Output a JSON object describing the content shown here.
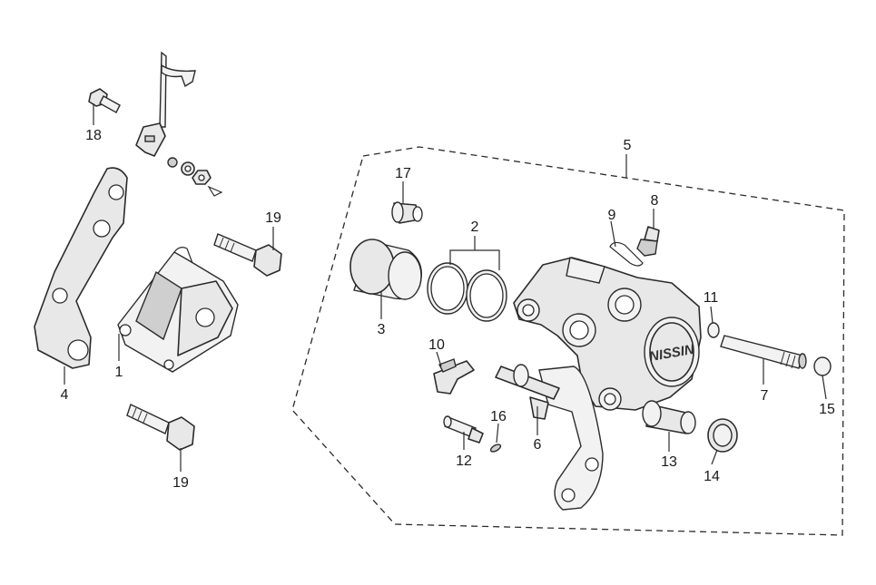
{
  "diagram": {
    "caliper_brand": "NISSIN",
    "callouts": [
      {
        "id": "c1",
        "label": "1"
      },
      {
        "id": "c2",
        "label": "2"
      },
      {
        "id": "c3",
        "label": "3"
      },
      {
        "id": "c4",
        "label": "4"
      },
      {
        "id": "c5",
        "label": "5"
      },
      {
        "id": "c6",
        "label": "6"
      },
      {
        "id": "c7",
        "label": "7"
      },
      {
        "id": "c8",
        "label": "8"
      },
      {
        "id": "c9",
        "label": "9"
      },
      {
        "id": "c10",
        "label": "10"
      },
      {
        "id": "c11",
        "label": "11"
      },
      {
        "id": "c12",
        "label": "12"
      },
      {
        "id": "c13",
        "label": "13"
      },
      {
        "id": "c14",
        "label": "14"
      },
      {
        "id": "c15",
        "label": "15"
      },
      {
        "id": "c16",
        "label": "16"
      },
      {
        "id": "c17",
        "label": "17"
      },
      {
        "id": "c18",
        "label": "18"
      },
      {
        "id": "c19a",
        "label": "19"
      },
      {
        "id": "c19b",
        "label": "19"
      }
    ]
  }
}
